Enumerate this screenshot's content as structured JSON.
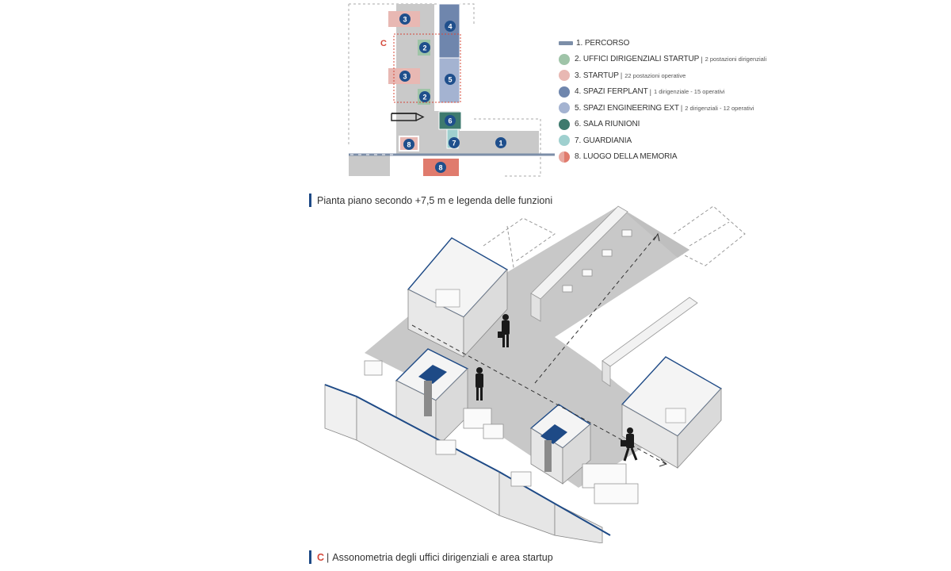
{
  "plan": {
    "section_label": "C",
    "markers": [
      {
        "num": "3",
        "color": "#1f4f8c"
      },
      {
        "num": "4",
        "color": "#1f4f8c"
      },
      {
        "num": "2",
        "color": "#1f4f8c"
      },
      {
        "num": "3",
        "color": "#1f4f8c"
      },
      {
        "num": "5",
        "color": "#1f4f8c"
      },
      {
        "num": "2",
        "color": "#1f4f8c"
      },
      {
        "num": "6",
        "color": "#1f4f8c"
      },
      {
        "num": "8",
        "color": "#1f4f8c"
      },
      {
        "num": "7",
        "color": "#1f4f8c"
      },
      {
        "num": "1",
        "color": "#1f4f8c"
      },
      {
        "num": "8",
        "color": "#1f4f8c"
      }
    ],
    "colors": {
      "corridor": "#c9c9c9",
      "startup": "#e8b8b3",
      "ufficio": "#9fc4a8",
      "ferplant": "#6f86ad",
      "engineering": "#a4b3d1",
      "sala": "#3e7a6e",
      "guardiania": "#9fd0cf",
      "memoria": "#e07b6d",
      "path": "#7c8ea8"
    }
  },
  "legend": {
    "items": [
      {
        "label": "1. PERCORSO",
        "detail": "",
        "color": "#7c8ea8",
        "shape": "bar"
      },
      {
        "label": "2. UFFICI DIRIGENZIALI STARTUP",
        "detail": "2 postazioni dirigenziali",
        "color": "#9fc4a8",
        "shape": "dot"
      },
      {
        "label": "3. STARTUP",
        "detail": "22 postazioni operative",
        "color": "#e8b8b3",
        "shape": "dot"
      },
      {
        "label": "4. SPAZI FERPLANT",
        "detail": "1 dirigenziale - 15 operativi",
        "color": "#6f86ad",
        "shape": "dot"
      },
      {
        "label": "5. SPAZI ENGINEERING EXT",
        "detail": "2 dirigenziali - 12 operativi",
        "color": "#a4b3d1",
        "shape": "dot"
      },
      {
        "label": "6. SALA RIUNIONI",
        "detail": "",
        "color": "#3e7a6e",
        "shape": "dot"
      },
      {
        "label": "7. GUARDIANIA",
        "detail": "",
        "color": "#9fd0cf",
        "shape": "dot"
      },
      {
        "label": "8. LUOGO DELLA MEMORIA",
        "detail": "",
        "color": "#e07b6d",
        "shape": "split"
      }
    ],
    "separator": "|"
  },
  "captions": {
    "plan": "Pianta piano secondo +7,5 m e legenda delle funzioni",
    "iso_letter": "C",
    "iso_sep": "|",
    "iso": "Assonometria degli uffici dirigenziali e area startup"
  },
  "iso": {
    "colors": {
      "floor": "#c8c8c8",
      "wall": "#f4f4f4",
      "wall_side": "#e4e4e4",
      "edge": "#1e4a86",
      "person": "#1a1a1a"
    }
  }
}
